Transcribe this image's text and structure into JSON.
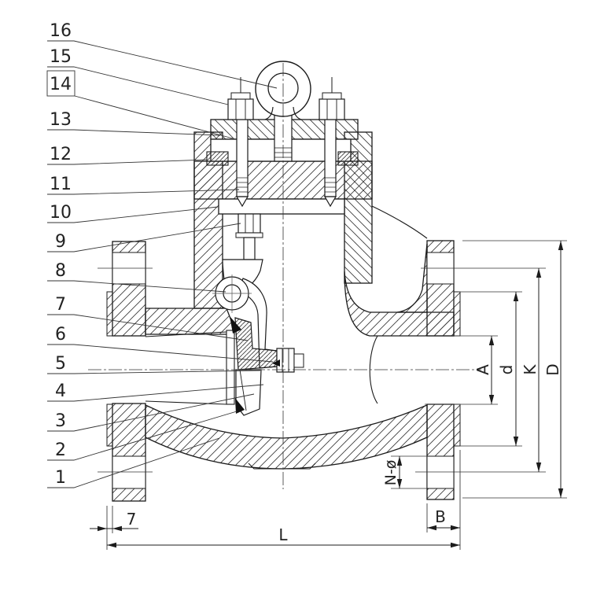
{
  "drawing": {
    "kind": "valve-sectional-drawing",
    "ink_color": "#1c1c1c",
    "callouts": [
      {
        "label": "16"
      },
      {
        "label": "15"
      },
      {
        "label": "14"
      },
      {
        "label": "13"
      },
      {
        "label": "12"
      },
      {
        "label": "11"
      },
      {
        "label": "10"
      },
      {
        "label": "9"
      },
      {
        "label": "8"
      },
      {
        "label": "7"
      },
      {
        "label": "6"
      },
      {
        "label": "5"
      },
      {
        "label": "4"
      },
      {
        "label": "3"
      },
      {
        "label": "2"
      },
      {
        "label": "1"
      }
    ],
    "dims": {
      "bore": "A",
      "seal_face": "d",
      "bolt_circle": "K",
      "flange_od": "D",
      "length": "L",
      "flange_thickness": "B",
      "face_offset": "7",
      "bolt_holes": "N-ø"
    }
  }
}
